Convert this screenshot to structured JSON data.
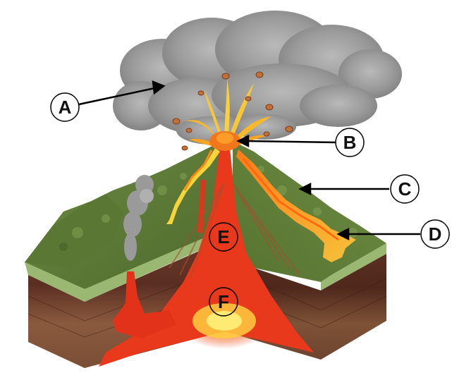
{
  "labels": {
    "a": "A",
    "b": "B",
    "c": "C",
    "d": "D",
    "e": "E",
    "f": "F"
  },
  "colors": {
    "ash_cloud": "#8f8f8f",
    "vegetation": "#5f7a3a",
    "magma": "#e8391c",
    "lava_flow": "#f4a020",
    "soil_upper": "#6b3b2a",
    "soil_lower": "#8a5a3c",
    "crust_edge": "#8fae6a"
  }
}
